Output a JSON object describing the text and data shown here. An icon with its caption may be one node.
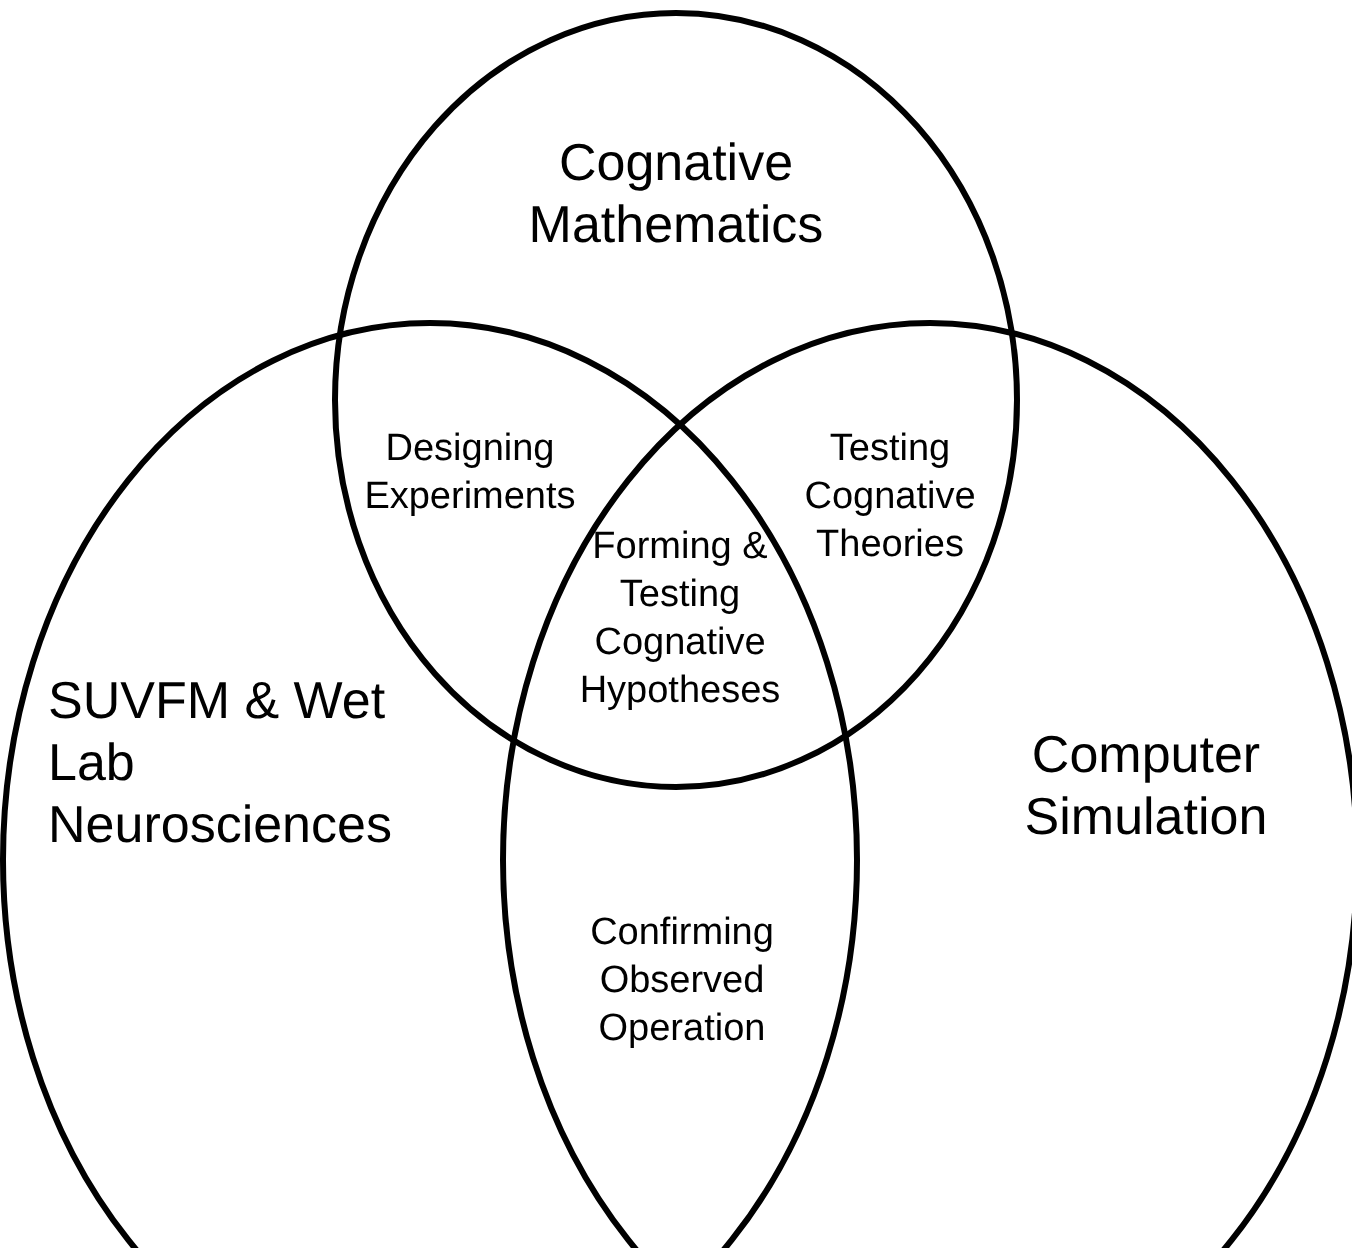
{
  "diagram": {
    "nodes": [
      {
        "text": [
          "Cognative Mathematics"
        ]
      },
      {
        "text": [
          "SUVFM & Wet Lab Neurosciences"
        ]
      },
      {
        "text": [
          "Computer Simulation"
        ]
      }
    ],
    "labels": [
      "Designing Experiments",
      "Testing Cognative Theories",
      "Forming & Testing Cognative Hypotheses",
      "Confirming Observed Operation"
    ]
  }
}
